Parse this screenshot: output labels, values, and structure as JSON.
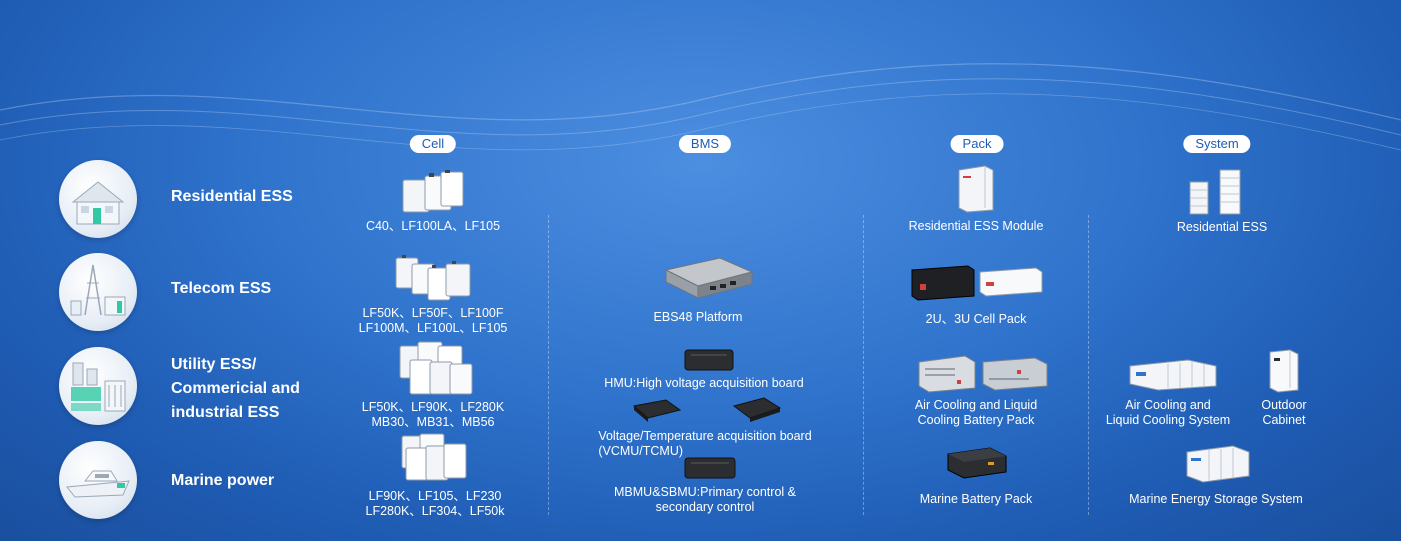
{
  "columns": {
    "cell": "Cell",
    "bms": "BMS",
    "pack": "Pack",
    "system": "System"
  },
  "applications": [
    {
      "label": "Residential ESS",
      "icon": "house-icon"
    },
    {
      "label": "Telecom ESS",
      "icon": "telecom-tower-icon"
    },
    {
      "label": "Utility ESS/\nCommericial and\nindustrial ESS",
      "icon": "industrial-plant-icon"
    },
    {
      "label": "Marine power",
      "icon": "ship-icon"
    }
  ],
  "cell": [
    "C40、LF100LA、LF105",
    "LF50K、LF50F、LF100F\nLF100M、LF100L、LF105",
    "LF50K、LF90K、LF280K\nMB30、MB31、MB56",
    "LF90K、LF105、LF230\nLF280K、LF304、LF50k"
  ],
  "bms": [
    "EBS48 Platform",
    "HMU:High voltage acquisition board",
    "Voltage/Temperature acquisition board\n(VCMU/TCMU)",
    "MBMU&SBMU:Primary control &\nsecondary control"
  ],
  "pack": [
    "Residential ESS Module",
    "2U、3U Cell Pack",
    "Air Cooling and Liquid\nCooling Battery Pack",
    "Marine Battery Pack"
  ],
  "system": [
    "Residential ESS",
    "Air Cooling and\nLiquid Cooling System",
    "Outdoor\nCabinet",
    "Marine Energy Storage System"
  ]
}
